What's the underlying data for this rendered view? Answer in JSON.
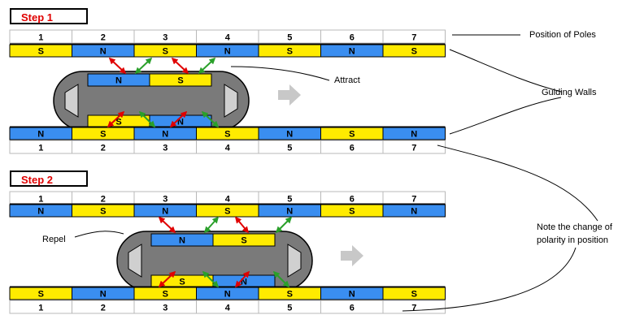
{
  "steps": [
    "Step 1",
    "Step 2"
  ],
  "positions": [
    "1",
    "2",
    "3",
    "4",
    "5",
    "6",
    "7"
  ],
  "step1": {
    "top_wall": [
      "S",
      "N",
      "S",
      "N",
      "S",
      "N",
      "S"
    ],
    "bottom_wall": [
      "N",
      "S",
      "N",
      "S",
      "N",
      "S",
      "N"
    ],
    "mover_top": [
      "N",
      "S"
    ],
    "mover_bottom": [
      "S",
      "N"
    ]
  },
  "step2": {
    "top_wall": [
      "N",
      "S",
      "N",
      "S",
      "N",
      "S",
      "N"
    ],
    "bottom_wall": [
      "S",
      "N",
      "S",
      "N",
      "S",
      "N",
      "S"
    ],
    "mover_top": [
      "N",
      "S"
    ],
    "mover_bottom": [
      "S",
      "N"
    ]
  },
  "annotations": {
    "position_of_poles": "Position of Poles",
    "attract": "Attract",
    "guiding_walls": "Guiding Walls",
    "repel": "Repel",
    "note_line1": "Note the change of",
    "note_line2": "polarity in position"
  },
  "colors": {
    "S": "#ffeb00",
    "N": "#3a8ef0",
    "attract_arrow": "#e00000",
    "guide_arrow": "#2aa02a",
    "mover_body": "#7a7a7a",
    "motion_arrow": "#c8c8c8"
  }
}
